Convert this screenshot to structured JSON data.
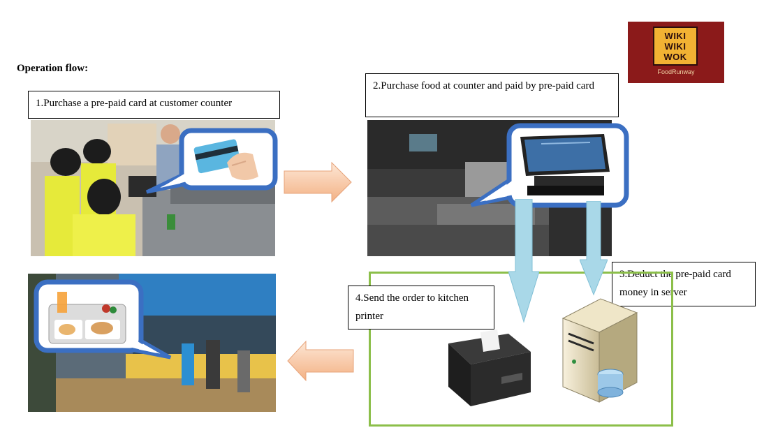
{
  "title": "Operation flow:",
  "logo": {
    "lines": [
      "WIKI",
      "WIKI",
      "WOK"
    ],
    "tagline": "FoodRunway"
  },
  "steps": {
    "step1": "1.Purchase a pre-paid card at customer counter",
    "step2": "2.Purchase food at counter and paid by pre-paid card",
    "step3": "3.Deduct the pre-paid card money in server",
    "step4": "4.Send the order to kitchen printer"
  },
  "icons": {
    "card": "prepaid-card-in-hand-icon",
    "terminal": "pos-terminal-icon",
    "tray": "food-tray-icon",
    "printer": "kitchen-printer-icon",
    "server": "server-icon"
  },
  "colors": {
    "bubble_border": "#3b6fc2",
    "arrow_orange": "#f7c9a3",
    "arrow_blue": "#a9d8e8",
    "green_box": "#8cbf4a",
    "logo_bg": "#8b1a1a",
    "logo_fg": "#f2b233"
  }
}
